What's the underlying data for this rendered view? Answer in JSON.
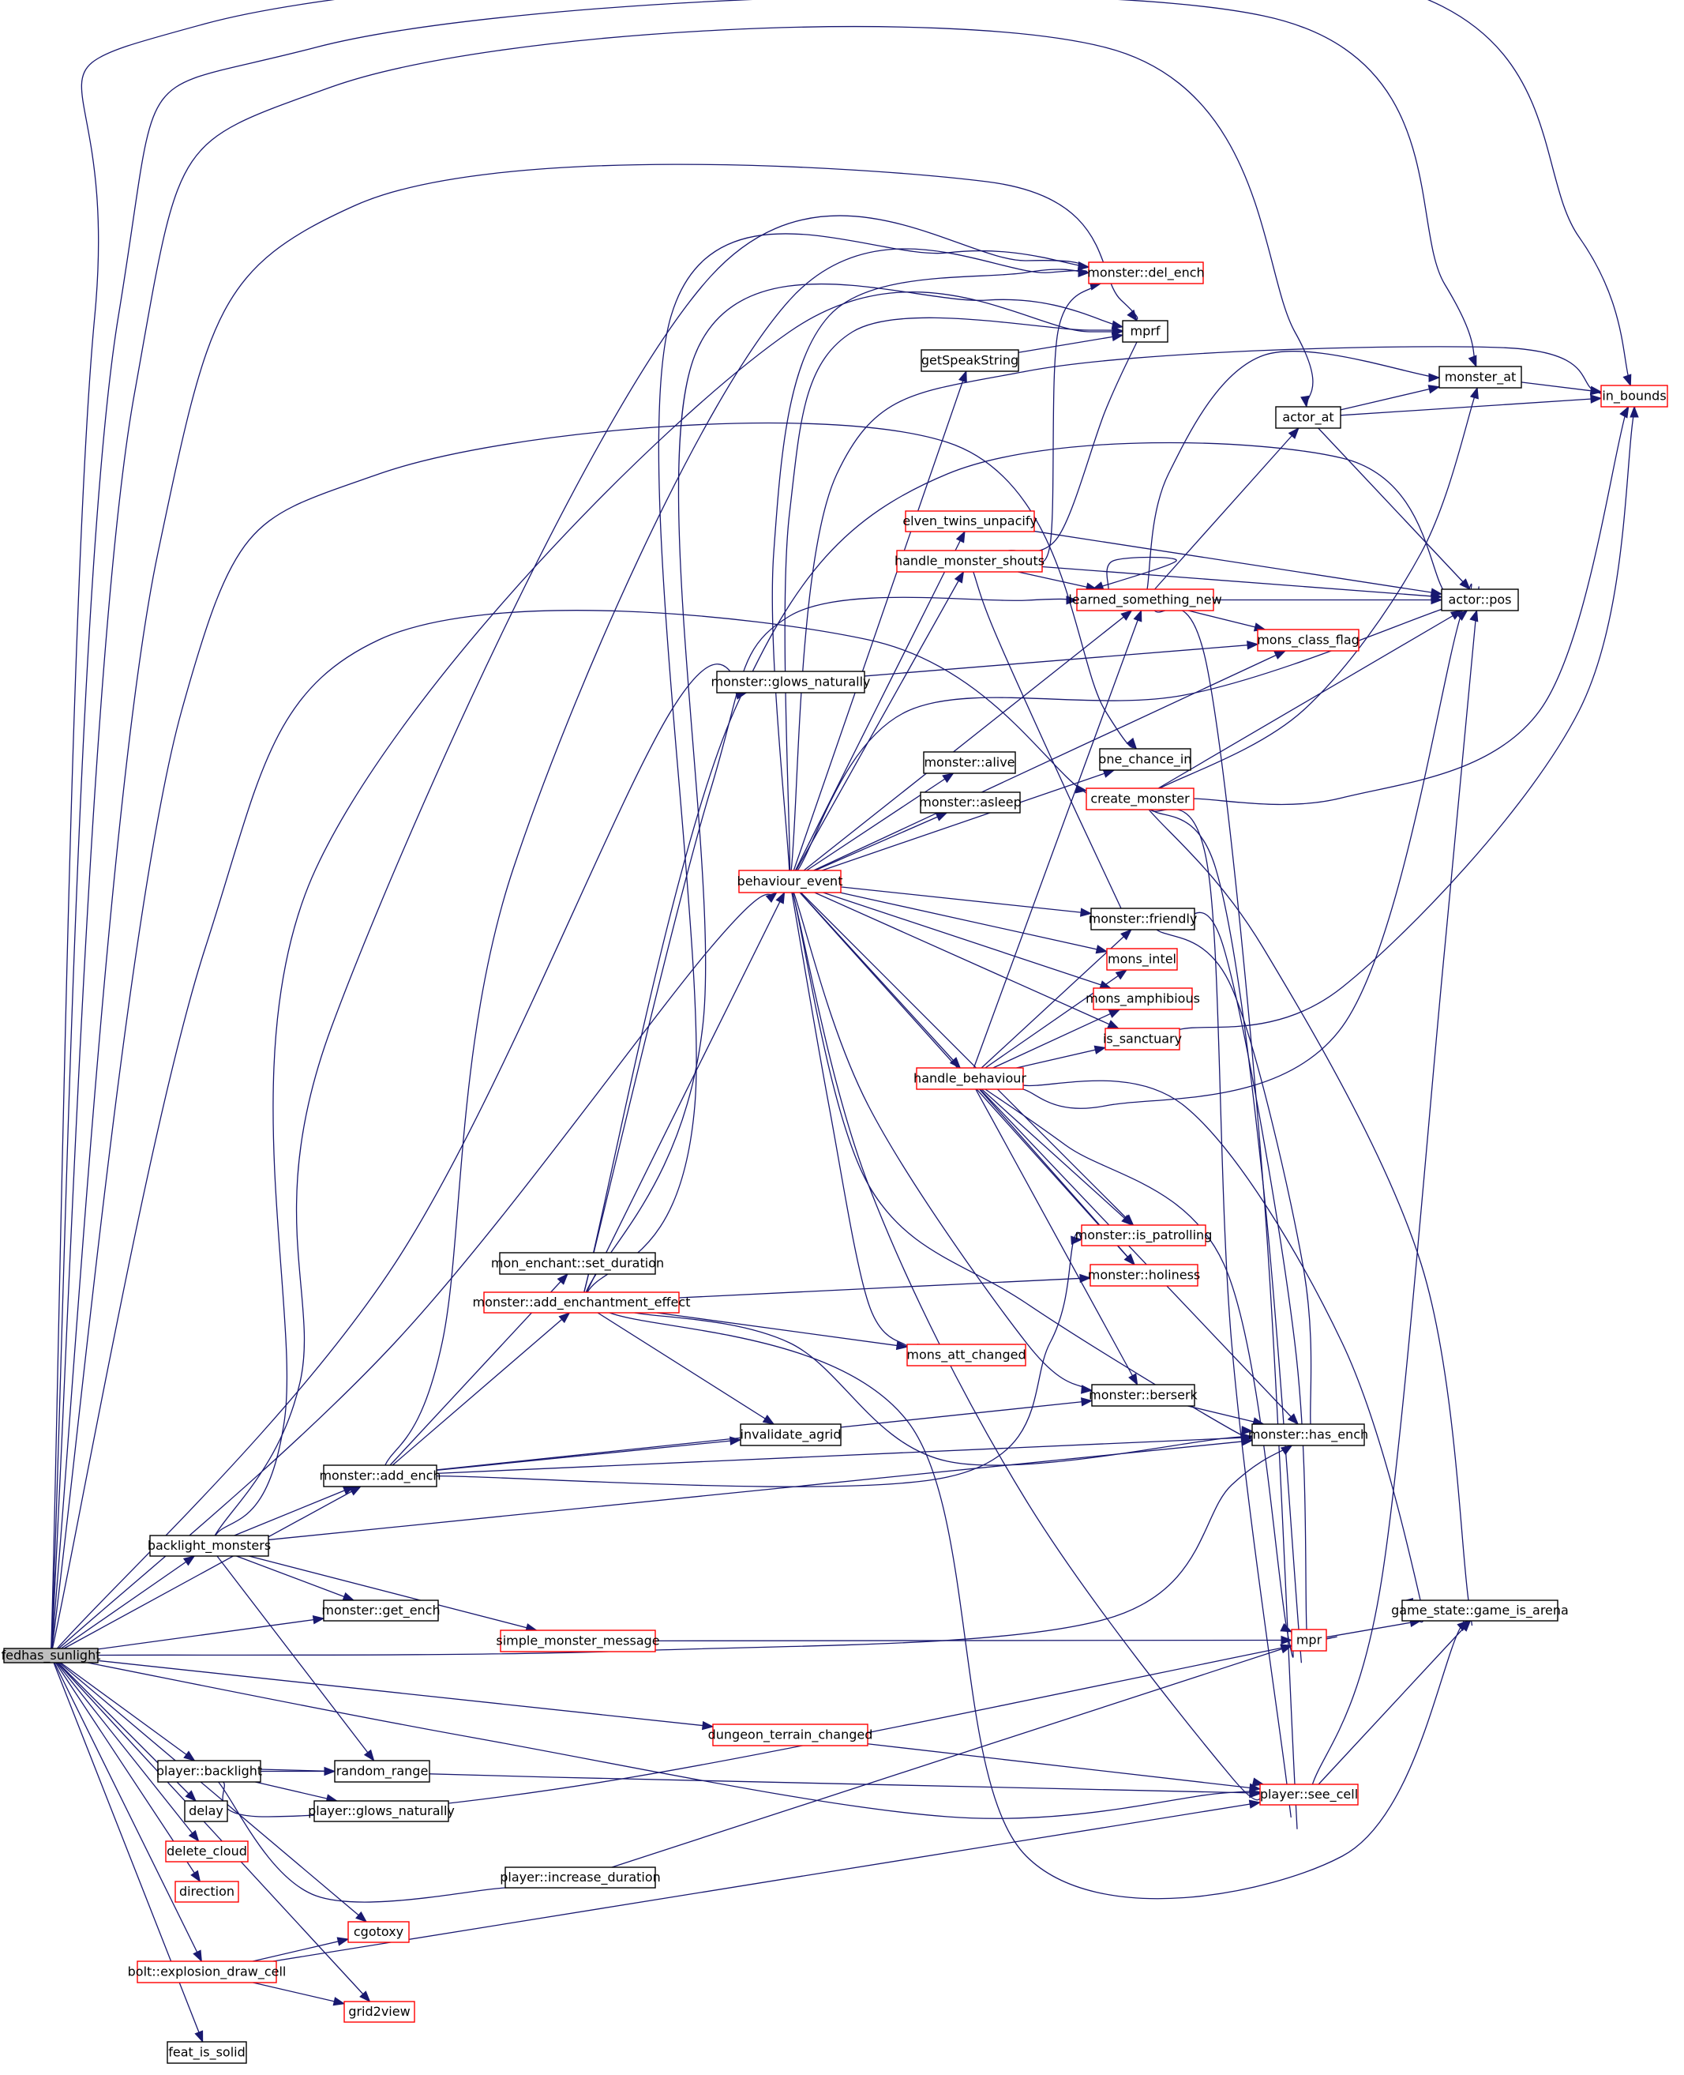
{
  "graph": {
    "title": "",
    "root": "fedhas_sunlight",
    "nodes": [
      {
        "id": "fedhas_sunlight",
        "label": "fedhas_sunlight",
        "style": "root"
      },
      {
        "id": "backlight_monsters",
        "label": "backlight_monsters",
        "style": "black"
      },
      {
        "id": "monster_add_ench",
        "label": "monster::add_ench",
        "style": "black"
      },
      {
        "id": "monster_get_ench",
        "label": "monster::get_ench",
        "style": "black"
      },
      {
        "id": "simple_monster_message",
        "label": "simple_monster_message",
        "style": "red"
      },
      {
        "id": "random_range",
        "label": "random_range",
        "style": "black"
      },
      {
        "id": "player_backlight",
        "label": "player::backlight",
        "style": "black"
      },
      {
        "id": "player_glows_naturally",
        "label": "player::glows_naturally",
        "style": "black"
      },
      {
        "id": "player_increase_duration",
        "label": "player::increase_duration",
        "style": "black"
      },
      {
        "id": "delay",
        "label": "delay",
        "style": "black"
      },
      {
        "id": "delete_cloud",
        "label": "delete_cloud",
        "style": "red"
      },
      {
        "id": "direction",
        "label": "direction",
        "style": "red"
      },
      {
        "id": "cgotoxy",
        "label": "cgotoxy",
        "style": "red"
      },
      {
        "id": "bolt_explosion_draw_cell",
        "label": "bolt::explosion_draw_cell",
        "style": "red"
      },
      {
        "id": "grid2view",
        "label": "grid2view",
        "style": "red"
      },
      {
        "id": "feat_is_solid",
        "label": "feat_is_solid",
        "style": "black"
      },
      {
        "id": "mon_enchant_set_duration",
        "label": "mon_enchant::set_duration",
        "style": "black"
      },
      {
        "id": "monster_add_enchantment_effect",
        "label": "monster::add_enchantment_effect",
        "style": "red"
      },
      {
        "id": "invalidate_agrid",
        "label": "invalidate_agrid",
        "style": "black"
      },
      {
        "id": "mons_att_changed",
        "label": "mons_att_changed",
        "style": "red"
      },
      {
        "id": "behaviour_event",
        "label": "behaviour_event",
        "style": "red"
      },
      {
        "id": "monster_glows_naturally",
        "label": "monster::glows_naturally",
        "style": "black"
      },
      {
        "id": "getSpeakString",
        "label": "getSpeakString",
        "style": "black"
      },
      {
        "id": "elven_twins_unpacify",
        "label": "elven_twins_unpacify",
        "style": "red"
      },
      {
        "id": "handle_monster_shouts",
        "label": "handle_monster_shouts",
        "style": "red"
      },
      {
        "id": "monster_alive",
        "label": "monster::alive",
        "style": "black"
      },
      {
        "id": "monster_asleep",
        "label": "monster::asleep",
        "style": "black"
      },
      {
        "id": "handle_behaviour",
        "label": "handle_behaviour",
        "style": "red"
      },
      {
        "id": "monster_del_ench",
        "label": "monster::del_ench",
        "style": "red"
      },
      {
        "id": "mprf",
        "label": "mprf",
        "style": "black"
      },
      {
        "id": "learned_something_new",
        "label": "learned_something_new",
        "style": "red"
      },
      {
        "id": "mons_class_flag",
        "label": "mons_class_flag",
        "style": "red"
      },
      {
        "id": "one_chance_in",
        "label": "one_chance_in",
        "style": "black"
      },
      {
        "id": "create_monster",
        "label": "create_monster",
        "style": "red"
      },
      {
        "id": "monster_friendly",
        "label": "monster::friendly",
        "style": "black"
      },
      {
        "id": "mons_intel",
        "label": "mons_intel",
        "style": "red"
      },
      {
        "id": "mons_amphibious",
        "label": "mons_amphibious",
        "style": "red"
      },
      {
        "id": "is_sanctuary",
        "label": "is_sanctuary",
        "style": "red"
      },
      {
        "id": "monster_is_patrolling",
        "label": "monster::is_patrolling",
        "style": "red"
      },
      {
        "id": "monster_holiness",
        "label": "monster::holiness",
        "style": "red"
      },
      {
        "id": "monster_berserk",
        "label": "monster::berserk",
        "style": "black"
      },
      {
        "id": "dungeon_terrain_changed",
        "label": "dungeon_terrain_changed",
        "style": "red"
      },
      {
        "id": "actor_at",
        "label": "actor_at",
        "style": "black"
      },
      {
        "id": "monster_at",
        "label": "monster_at",
        "style": "black"
      },
      {
        "id": "actor_pos",
        "label": "actor::pos",
        "style": "black"
      },
      {
        "id": "monster_has_ench",
        "label": "monster::has_ench",
        "style": "black"
      },
      {
        "id": "mpr",
        "label": "mpr",
        "style": "red"
      },
      {
        "id": "player_see_cell",
        "label": "player::see_cell",
        "style": "red"
      },
      {
        "id": "in_bounds",
        "label": "in_bounds",
        "style": "red"
      },
      {
        "id": "game_state_game_is_arena",
        "label": "game_state::game_is_arena",
        "style": "black"
      }
    ],
    "edges": [
      [
        "fedhas_sunlight",
        "backlight_monsters"
      ],
      [
        "fedhas_sunlight",
        "monster_add_ench"
      ],
      [
        "fedhas_sunlight",
        "monster_get_ench"
      ],
      [
        "fedhas_sunlight",
        "player_backlight"
      ],
      [
        "fedhas_sunlight",
        "delay"
      ],
      [
        "fedhas_sunlight",
        "delete_cloud"
      ],
      [
        "fedhas_sunlight",
        "direction"
      ],
      [
        "fedhas_sunlight",
        "cgotoxy"
      ],
      [
        "fedhas_sunlight",
        "bolt_explosion_draw_cell"
      ],
      [
        "fedhas_sunlight",
        "grid2view"
      ],
      [
        "fedhas_sunlight",
        "feat_is_solid"
      ],
      [
        "fedhas_sunlight",
        "dungeon_terrain_changed"
      ],
      [
        "fedhas_sunlight",
        "behaviour_event"
      ],
      [
        "fedhas_sunlight",
        "monster_glows_naturally"
      ],
      [
        "fedhas_sunlight",
        "create_monster"
      ],
      [
        "fedhas_sunlight",
        "one_chance_in"
      ],
      [
        "fedhas_sunlight",
        "mprf"
      ],
      [
        "fedhas_sunlight",
        "actor_at"
      ],
      [
        "fedhas_sunlight",
        "monster_at"
      ],
      [
        "fedhas_sunlight",
        "in_bounds"
      ],
      [
        "fedhas_sunlight",
        "monster_has_ench"
      ],
      [
        "fedhas_sunlight",
        "player_see_cell"
      ],
      [
        "backlight_monsters",
        "monster_add_ench"
      ],
      [
        "backlight_monsters",
        "monster_get_ench"
      ],
      [
        "backlight_monsters",
        "simple_monster_message"
      ],
      [
        "backlight_monsters",
        "random_range"
      ],
      [
        "backlight_monsters",
        "monster_has_ench"
      ],
      [
        "backlight_monsters",
        "monster_del_ench"
      ],
      [
        "backlight_monsters",
        "mprf"
      ],
      [
        "monster_add_ench",
        "mon_enchant_set_duration"
      ],
      [
        "monster_add_ench",
        "monster_add_enchantment_effect"
      ],
      [
        "monster_add_ench",
        "invalidate_agrid"
      ],
      [
        "monster_add_ench",
        "monster_berserk"
      ],
      [
        "monster_add_ench",
        "monster_has_ench"
      ],
      [
        "monster_add_ench",
        "monster_is_patrolling"
      ],
      [
        "monster_add_ench",
        "monster_del_ench"
      ],
      [
        "monster_add_enchantment_effect",
        "behaviour_event"
      ],
      [
        "monster_add_enchantment_effect",
        "invalidate_agrid"
      ],
      [
        "monster_add_enchantment_effect",
        "mons_att_changed"
      ],
      [
        "monster_add_enchantment_effect",
        "monster_has_ench"
      ],
      [
        "monster_add_enchantment_effect",
        "monster_holiness"
      ],
      [
        "monster_add_enchantment_effect",
        "learned_something_new"
      ],
      [
        "monster_add_enchantment_effect",
        "monster_del_ench"
      ],
      [
        "monster_add_enchantment_effect",
        "mprf"
      ],
      [
        "monster_add_enchantment_effect",
        "actor_pos"
      ],
      [
        "monster_add_enchantment_effect",
        "game_state_game_is_arena"
      ],
      [
        "simple_monster_message",
        "mpr"
      ],
      [
        "player_backlight",
        "random_range"
      ],
      [
        "player_backlight",
        "player_glows_naturally"
      ],
      [
        "player_backlight",
        "player_increase_duration"
      ],
      [
        "player_backlight",
        "mpr"
      ],
      [
        "player_backlight",
        "player_see_cell"
      ],
      [
        "player_increase_duration",
        "mpr"
      ],
      [
        "bolt_explosion_draw_cell",
        "cgotoxy"
      ],
      [
        "bolt_explosion_draw_cell",
        "grid2view"
      ],
      [
        "bolt_explosion_draw_cell",
        "player_see_cell"
      ],
      [
        "dungeon_terrain_changed",
        "player_see_cell"
      ],
      [
        "monster_glows_naturally",
        "mons_class_flag"
      ],
      [
        "behaviour_event",
        "getSpeakString"
      ],
      [
        "behaviour_event",
        "elven_twins_unpacify"
      ],
      [
        "behaviour_event",
        "handle_monster_shouts"
      ],
      [
        "behaviour_event",
        "monster_alive"
      ],
      [
        "behaviour_event",
        "monster_asleep"
      ],
      [
        "behaviour_event",
        "handle_behaviour"
      ],
      [
        "behaviour_event",
        "monster_friendly"
      ],
      [
        "behaviour_event",
        "mons_intel"
      ],
      [
        "behaviour_event",
        "mons_amphibious"
      ],
      [
        "behaviour_event",
        "is_sanctuary"
      ],
      [
        "behaviour_event",
        "monster_is_patrolling"
      ],
      [
        "behaviour_event",
        "monster_holiness"
      ],
      [
        "behaviour_event",
        "mons_att_changed"
      ],
      [
        "behaviour_event",
        "monster_berserk"
      ],
      [
        "behaviour_event",
        "monster_has_ench"
      ],
      [
        "behaviour_event",
        "one_chance_in"
      ],
      [
        "behaviour_event",
        "mons_class_flag"
      ],
      [
        "behaviour_event",
        "learned_something_new"
      ],
      [
        "behaviour_event",
        "monster_del_ench"
      ],
      [
        "behaviour_event",
        "mprf"
      ],
      [
        "behaviour_event",
        "in_bounds"
      ],
      [
        "behaviour_event",
        "actor_pos"
      ],
      [
        "behaviour_event",
        "player_see_cell"
      ],
      [
        "getSpeakString",
        "mprf"
      ],
      [
        "elven_twins_unpacify",
        "actor_pos"
      ],
      [
        "handle_monster_shouts",
        "learned_something_new"
      ],
      [
        "handle_monster_shouts",
        "monster_friendly"
      ],
      [
        "handle_monster_shouts",
        "monster_del_ench"
      ],
      [
        "handle_monster_shouts",
        "mprf"
      ],
      [
        "handle_monster_shouts",
        "actor_pos"
      ],
      [
        "handle_behaviour",
        "monster_friendly"
      ],
      [
        "handle_behaviour",
        "mons_intel"
      ],
      [
        "handle_behaviour",
        "mons_amphibious"
      ],
      [
        "handle_behaviour",
        "is_sanctuary"
      ],
      [
        "handle_behaviour",
        "monster_is_patrolling"
      ],
      [
        "handle_behaviour",
        "monster_holiness"
      ],
      [
        "handle_behaviour",
        "monster_berserk"
      ],
      [
        "handle_behaviour",
        "monster_has_ench"
      ],
      [
        "handle_behaviour",
        "learned_something_new"
      ],
      [
        "handle_behaviour",
        "actor_pos"
      ],
      [
        "handle_behaviour",
        "mpr"
      ],
      [
        "handle_behaviour",
        "game_state_game_is_arena"
      ],
      [
        "learned_something_new",
        "learned_something_new"
      ],
      [
        "learned_something_new",
        "actor_at"
      ],
      [
        "learned_something_new",
        "monster_at"
      ],
      [
        "learned_something_new",
        "actor_pos"
      ],
      [
        "learned_something_new",
        "mons_class_flag"
      ],
      [
        "learned_something_new",
        "player_see_cell"
      ],
      [
        "create_monster",
        "actor_pos"
      ],
      [
        "create_monster",
        "monster_at"
      ],
      [
        "create_monster",
        "in_bounds"
      ],
      [
        "create_monster",
        "mpr"
      ],
      [
        "create_monster",
        "player_see_cell"
      ],
      [
        "create_monster",
        "game_state_game_is_arena"
      ],
      [
        "monster_friendly",
        "monster_has_ench"
      ],
      [
        "monster_friendly",
        "mpr"
      ],
      [
        "is_sanctuary",
        "in_bounds"
      ],
      [
        "monster_berserk",
        "monster_has_ench"
      ],
      [
        "actor_at",
        "monster_at"
      ],
      [
        "actor_at",
        "in_bounds"
      ],
      [
        "actor_at",
        "actor_pos"
      ],
      [
        "monster_at",
        "in_bounds"
      ],
      [
        "mpr",
        "game_state_game_is_arena"
      ],
      [
        "player_see_cell",
        "actor_pos"
      ],
      [
        "player_see_cell",
        "game_state_game_is_arena"
      ]
    ]
  }
}
